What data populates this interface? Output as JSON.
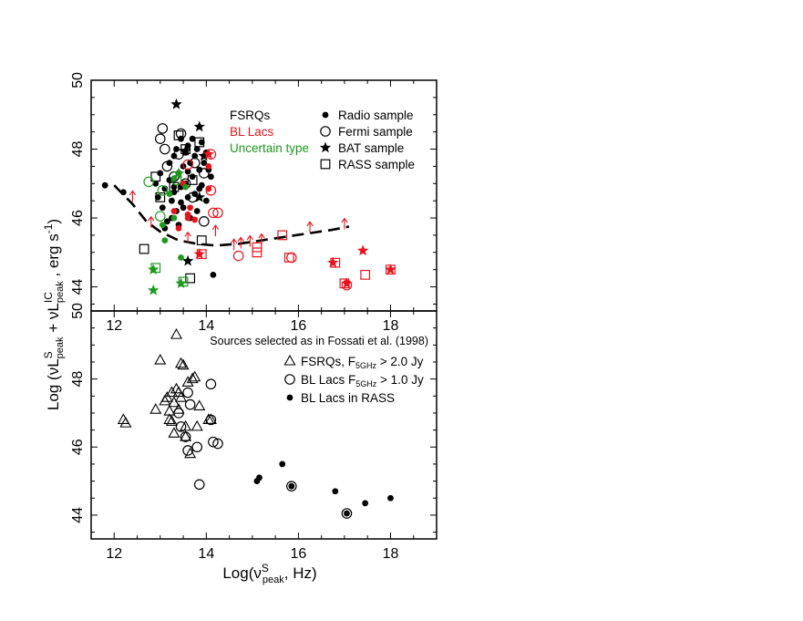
{
  "figure": {
    "ylabel_parts": [
      "Log (",
      "ν",
      "L",
      "ν",
      "S",
      "peak",
      " + ",
      "ν",
      "L",
      "ν",
      "IC",
      "peak",
      " , erg s",
      "-1",
      ")"
    ],
    "xlabel_parts": [
      "Log(",
      "ν",
      "S",
      "peak",
      ", Hz)"
    ]
  },
  "chart_data": [
    {
      "type": "scatter",
      "panel": "top",
      "xlim": [
        11.5,
        19.0
      ],
      "ylim": [
        43.3,
        50.0
      ],
      "x_ticks": [
        "12",
        "14",
        "16",
        "18"
      ],
      "y_ticks": [
        "44",
        "46",
        "48",
        "50"
      ],
      "grid": false,
      "legend_types": {
        "position": "top-left",
        "items": [
          {
            "label": "FSRQs",
            "color": "#000000"
          },
          {
            "label": "BL Lacs",
            "color": "#e8141d"
          },
          {
            "label": "Uncertain type",
            "color": "#1e9a1e"
          }
        ]
      },
      "legend_samples": {
        "position": "top-right",
        "items": [
          {
            "label": "Radio sample",
            "marker": "filled-circle"
          },
          {
            "label": "Fermi sample",
            "marker": "open-circle"
          },
          {
            "label": "BAT sample",
            "marker": "star"
          },
          {
            "label": "RASS sample",
            "marker": "open-square"
          }
        ]
      },
      "dashed_curve": {
        "x": [
          12.0,
          12.4,
          12.7,
          13.0,
          13.4,
          13.8,
          14.2,
          14.7,
          15.2,
          15.7,
          16.2,
          16.7,
          17.1
        ],
        "y": [
          46.95,
          46.4,
          45.9,
          45.6,
          45.35,
          45.25,
          45.2,
          45.25,
          45.35,
          45.45,
          45.55,
          45.65,
          45.75
        ]
      },
      "series": [
        {
          "name": "FSRQs",
          "color": "#000000",
          "marker": "filled-circle",
          "points": [
            [
              11.8,
              46.95
            ],
            [
              12.2,
              46.75
            ],
            [
              12.9,
              47.0
            ],
            [
              12.95,
              46.6
            ],
            [
              13.0,
              47.3
            ],
            [
              13.05,
              46.3
            ],
            [
              13.1,
              46.85
            ],
            [
              13.1,
              45.7
            ],
            [
              13.15,
              45.9
            ],
            [
              13.2,
              47.6
            ],
            [
              13.2,
              47.1
            ],
            [
              13.25,
              46.0
            ],
            [
              13.25,
              46.5
            ],
            [
              13.3,
              47.8
            ],
            [
              13.3,
              46.75
            ],
            [
              13.35,
              48.0
            ],
            [
              13.35,
              46.2
            ],
            [
              13.4,
              47.3
            ],
            [
              13.4,
              45.8
            ],
            [
              13.45,
              48.3
            ],
            [
              13.45,
              46.9
            ],
            [
              13.5,
              47.5
            ],
            [
              13.5,
              46.3
            ],
            [
              13.55,
              47.9
            ],
            [
              13.55,
              47.0
            ],
            [
              13.6,
              48.1
            ],
            [
              13.6,
              46.6
            ],
            [
              13.65,
              47.6
            ],
            [
              13.65,
              46.0
            ],
            [
              13.7,
              48.3
            ],
            [
              13.7,
              47.2
            ],
            [
              13.75,
              47.8
            ],
            [
              13.75,
              46.7
            ],
            [
              13.8,
              48.0
            ],
            [
              13.8,
              46.2
            ],
            [
              13.85,
              47.4
            ],
            [
              13.9,
              48.2
            ],
            [
              13.9,
              46.95
            ],
            [
              13.95,
              47.6
            ],
            [
              14.0,
              47.9
            ],
            [
              14.0,
              46.5
            ],
            [
              14.05,
              47.4
            ],
            [
              14.1,
              47.2
            ],
            [
              14.15,
              44.35
            ],
            [
              13.3,
              46.9
            ],
            [
              13.45,
              46.45
            ],
            [
              13.6,
              47.35
            ],
            [
              13.85,
              46.85
            ]
          ]
        },
        {
          "name": "FSRQs",
          "color": "#000000",
          "marker": "open-circle",
          "points": [
            [
              13.05,
              48.6
            ],
            [
              13.0,
              48.3
            ],
            [
              13.1,
              48.0
            ],
            [
              13.45,
              48.45
            ],
            [
              13.4,
              47.85
            ],
            [
              13.15,
              47.5
            ],
            [
              13.3,
              47.2
            ],
            [
              13.55,
              47.0
            ],
            [
              13.75,
              47.6
            ],
            [
              13.95,
              47.3
            ],
            [
              13.95,
              45.9
            ],
            [
              13.7,
              46.6
            ]
          ]
        },
        {
          "name": "FSRQs",
          "color": "#000000",
          "marker": "star",
          "points": [
            [
              13.35,
              49.3
            ],
            [
              13.85,
              48.65
            ],
            [
              13.55,
              47.95
            ],
            [
              13.95,
              47.8
            ],
            [
              13.6,
              44.75
            ],
            [
              13.85,
              46.6
            ]
          ]
        },
        {
          "name": "FSRQs",
          "color": "#000000",
          "marker": "open-square",
          "points": [
            [
              12.65,
              45.1
            ],
            [
              12.9,
              47.2
            ],
            [
              13.4,
              48.4
            ],
            [
              13.65,
              44.25
            ],
            [
              13.9,
              45.35
            ],
            [
              13.85,
              48.2
            ],
            [
              13.55,
              48.0
            ],
            [
              13.0,
              46.6
            ],
            [
              13.3,
              46.9
            ],
            [
              13.7,
              47.1
            ]
          ]
        },
        {
          "name": "BL Lacs",
          "color": "#e8141d",
          "marker": "filled-circle",
          "points": [
            [
              13.3,
              46.2
            ],
            [
              13.4,
              45.7
            ],
            [
              13.6,
              46.0
            ],
            [
              13.75,
              45.95
            ],
            [
              13.5,
              47.0
            ],
            [
              13.65,
              46.3
            ],
            [
              14.05,
              47.5
            ],
            [
              14.05,
              46.85
            ],
            [
              13.6,
              46.1
            ]
          ]
        },
        {
          "name": "BL Lacs",
          "color": "#e8141d",
          "marker": "open-circle",
          "points": [
            [
              14.15,
              46.15
            ],
            [
              14.25,
              46.15
            ],
            [
              14.1,
              47.85
            ],
            [
              14.7,
              44.9
            ],
            [
              15.85,
              44.85
            ],
            [
              17.05,
              44.05
            ],
            [
              14.1,
              46.8
            ],
            [
              13.6,
              47.55
            ]
          ]
        },
        {
          "name": "BL Lacs",
          "color": "#e8141d",
          "marker": "star",
          "points": [
            [
              13.85,
              44.95
            ],
            [
              16.75,
              44.7
            ],
            [
              17.4,
              45.05
            ],
            [
              18.0,
              44.5
            ],
            [
              17.05,
              44.1
            ],
            [
              14.05,
              47.85
            ]
          ]
        },
        {
          "name": "BL Lacs",
          "color": "#e8141d",
          "marker": "open-square",
          "points": [
            [
              15.1,
              45.0
            ],
            [
              15.1,
              45.15
            ],
            [
              15.65,
              45.5
            ],
            [
              15.8,
              44.85
            ],
            [
              16.8,
              44.7
            ],
            [
              17.45,
              44.35
            ],
            [
              18.0,
              44.5
            ],
            [
              17.0,
              44.1
            ],
            [
              13.9,
              44.95
            ]
          ]
        },
        {
          "name": "BL Lacs",
          "color": "#e8141d",
          "marker": "upper-limit-arrow",
          "points": [
            [
              12.4,
              46.6
            ],
            [
              12.8,
              45.85
            ],
            [
              13.6,
              45.4
            ],
            [
              14.2,
              45.6
            ],
            [
              14.6,
              45.2
            ],
            [
              14.75,
              45.25
            ],
            [
              14.95,
              45.3
            ],
            [
              15.2,
              45.35
            ],
            [
              16.25,
              45.7
            ],
            [
              17.0,
              45.8
            ]
          ]
        },
        {
          "name": "Uncertain type",
          "color": "#1e9a1e",
          "marker": "filled-circle",
          "points": [
            [
              13.1,
              45.35
            ],
            [
              13.05,
              45.8
            ],
            [
              13.3,
              47.15
            ],
            [
              13.2,
              46.7
            ],
            [
              13.55,
              46.9
            ],
            [
              13.45,
              44.85
            ],
            [
              13.3,
              46.0
            ]
          ]
        },
        {
          "name": "Uncertain type",
          "color": "#1e9a1e",
          "marker": "open-circle",
          "points": [
            [
              12.75,
              47.05
            ],
            [
              13.0,
              46.05
            ],
            [
              13.35,
              47.1
            ],
            [
              13.05,
              46.8
            ]
          ]
        },
        {
          "name": "Uncertain type",
          "color": "#1e9a1e",
          "marker": "star",
          "points": [
            [
              12.85,
              44.5
            ],
            [
              12.85,
              43.9
            ],
            [
              13.45,
              44.1
            ],
            [
              13.4,
              47.3
            ]
          ]
        },
        {
          "name": "Uncertain type",
          "color": "#1e9a1e",
          "marker": "open-square",
          "points": [
            [
              12.9,
              44.55
            ],
            [
              13.5,
              44.15
            ]
          ]
        }
      ]
    },
    {
      "type": "scatter",
      "panel": "bottom",
      "xlim": [
        11.5,
        19.0
      ],
      "ylim": [
        43.3,
        50.0
      ],
      "x_ticks": [
        "12",
        "14",
        "16",
        "18"
      ],
      "y_ticks": [
        "44",
        "46",
        "48",
        "50"
      ],
      "grid": false,
      "legend": {
        "position": "top-right",
        "title": "Sources selected as in Fossati et al. (1998)",
        "items": [
          {
            "label_parts": [
              "FSRQs,  F",
              "5GHz",
              " > 2.0 Jy"
            ],
            "marker": "open-triangle"
          },
          {
            "label_parts": [
              "BL Lacs F",
              "5GHz",
              " > 1.0 Jy"
            ],
            "marker": "open-circle"
          },
          {
            "label_parts": [
              "BL Lacs in RASS",
              "",
              ""
            ],
            "marker": "filled-circle"
          }
        ]
      },
      "series": [
        {
          "name": "FSRQs",
          "marker": "open-triangle",
          "color": "#000000",
          "points": [
            [
              12.2,
              46.8
            ],
            [
              12.25,
              46.7
            ],
            [
              12.9,
              47.1
            ],
            [
              13.0,
              48.55
            ],
            [
              13.1,
              47.35
            ],
            [
              13.15,
              47.45
            ],
            [
              13.2,
              46.8
            ],
            [
              13.25,
              46.75
            ],
            [
              13.25,
              47.6
            ],
            [
              13.3,
              47.3
            ],
            [
              13.3,
              46.4
            ],
            [
              13.35,
              49.3
            ],
            [
              13.35,
              47.7
            ],
            [
              13.4,
              47.1
            ],
            [
              13.45,
              48.45
            ],
            [
              13.45,
              47.45
            ],
            [
              13.5,
              48.4
            ],
            [
              13.55,
              46.6
            ],
            [
              13.55,
              46.3
            ],
            [
              13.6,
              47.9
            ],
            [
              13.65,
              45.8
            ],
            [
              13.7,
              48.0
            ],
            [
              13.75,
              48.05
            ],
            [
              13.8,
              46.6
            ],
            [
              13.85,
              47.2
            ],
            [
              14.05,
              46.8
            ],
            [
              14.1,
              46.8
            ],
            [
              13.4,
              47.6
            ],
            [
              13.2,
              47.05
            ]
          ]
        },
        {
          "name": "BL Lacs",
          "marker": "open-circle",
          "color": "#000000",
          "points": [
            [
              13.45,
              46.6
            ],
            [
              13.55,
              46.3
            ],
            [
              13.6,
              47.6
            ],
            [
              13.6,
              45.9
            ],
            [
              13.65,
              47.25
            ],
            [
              13.8,
              46.0
            ],
            [
              13.85,
              44.9
            ],
            [
              14.1,
              47.85
            ],
            [
              14.1,
              46.8
            ],
            [
              14.15,
              46.15
            ],
            [
              14.25,
              46.1
            ],
            [
              15.85,
              44.85
            ],
            [
              17.05,
              44.05
            ],
            [
              13.4,
              47.0
            ]
          ]
        },
        {
          "name": "BL Lacs in RASS",
          "marker": "filled-circle",
          "color": "#000000",
          "points": [
            [
              15.1,
              45.0
            ],
            [
              15.15,
              45.1
            ],
            [
              15.65,
              45.5
            ],
            [
              15.85,
              44.85
            ],
            [
              16.8,
              44.7
            ],
            [
              17.05,
              44.05
            ],
            [
              17.45,
              44.35
            ],
            [
              18.0,
              44.5
            ]
          ]
        }
      ]
    }
  ]
}
